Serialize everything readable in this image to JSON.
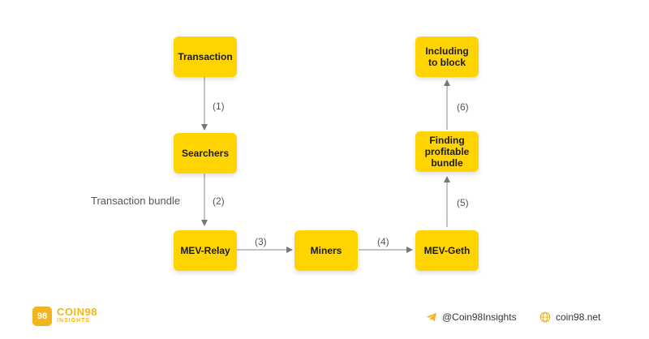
{
  "nodes": {
    "transaction": "Transaction",
    "searchers": "Searchers",
    "mev_relay": "MEV-Relay",
    "miners": "Miners",
    "mev_geth": "MEV-Geth",
    "finding_bundle": "Finding\nprofitable\nbundle",
    "including_block": "Including\nto block"
  },
  "steps": {
    "s1": "(1)",
    "s2": "(2)",
    "s3": "(3)",
    "s4": "(4)",
    "s5": "(5)",
    "s6": "(6)"
  },
  "side_note": "Transaction bundle",
  "footer": {
    "logo_badge": "98",
    "logo_main": "COIN98",
    "logo_sub": "INSIGHTS",
    "telegram": "@Coin98Insights",
    "website": "coin98.net"
  },
  "colors": {
    "node_fill": "#FFD400",
    "arrow": "#666666",
    "brand": "#F2B51E"
  },
  "icons": [
    "telegram-icon",
    "globe-icon"
  ]
}
